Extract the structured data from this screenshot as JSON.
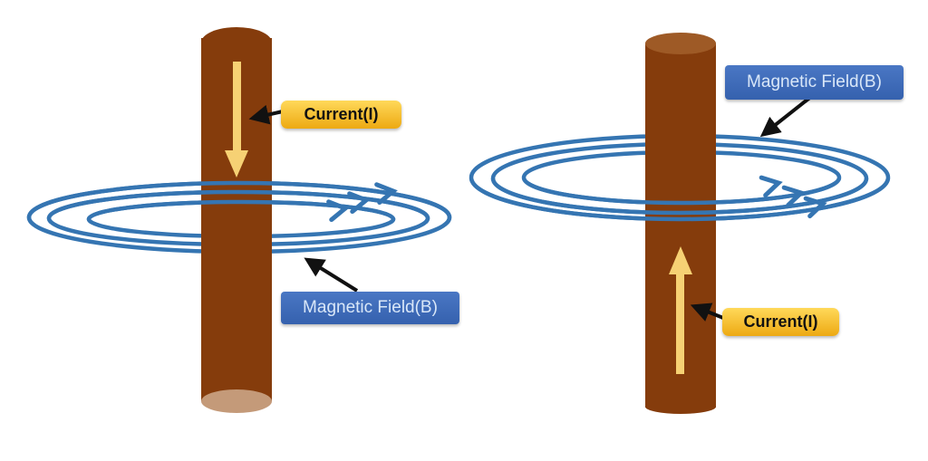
{
  "figure": {
    "left": {
      "current_label": "Current(I)",
      "field_label": "Magnetic Field(B)",
      "current_direction": "down",
      "field_arrow_side": "upper-right"
    },
    "right": {
      "current_label": "Current(I)",
      "field_label": "Magnetic Field(B)",
      "current_direction": "up",
      "field_arrow_side": "lower-right"
    }
  },
  "colors": {
    "background": "#ffffff",
    "rod": "#853c0c",
    "rod-top": "#9e5a26",
    "rod-bottom": "#c49a79",
    "field-line": "#3575b2",
    "current-arrow": "#f6d174",
    "current-box-top": "#ffd95a",
    "current-box-bottom": "#eda912",
    "current-text": "#111111",
    "field-box-top": "#4a77c4",
    "field-box-bottom": "#3561ae",
    "field-text": "#d9e7f8",
    "annotation-arrow": "#111111"
  }
}
